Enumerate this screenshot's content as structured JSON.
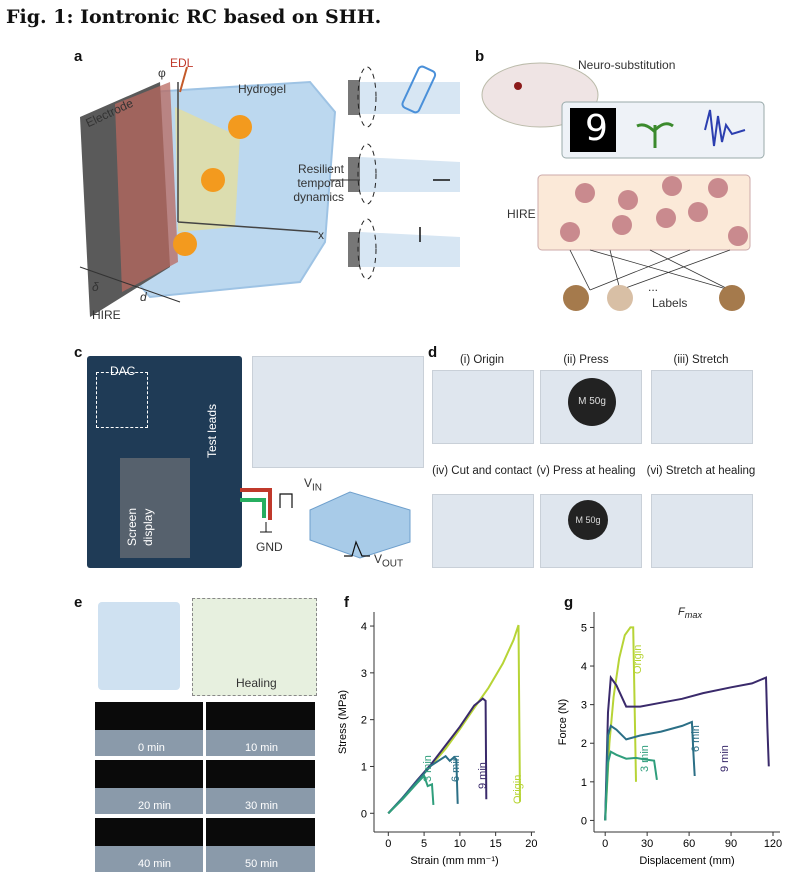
{
  "figure_title": "Fig. 1: Iontronic RC based on SHH.",
  "panels": {
    "a": {
      "label": "a",
      "electrode": "Electrode",
      "edl": "EDL",
      "phi": "φ",
      "hydrogel": "Hydrogel",
      "resilient": "Resilient temporal dynamics",
      "x": "x",
      "delta": "δ",
      "d": "d",
      "hire": "HIRE"
    },
    "b": {
      "label": "b",
      "neuro": "Neuro-substitution",
      "hire": "HIRE",
      "labels": "Labels",
      "ellipsis": "...",
      "digit": "9"
    },
    "c": {
      "label": "c",
      "dac": "DAC",
      "test_leads": "Test leads",
      "screen_display": "Screen display",
      "vin": "V",
      "vin_sub": "IN",
      "gnd": "GND",
      "vout": "V",
      "vout_sub": "OUT"
    },
    "d": {
      "label": "d",
      "captions": [
        "(i) Origin",
        "(ii) Press",
        "(iii) Stretch",
        "(iv) Cut and contact",
        "(v) Press at healing",
        "(vi) Stretch at healing"
      ],
      "weight": "M 50g"
    },
    "e": {
      "label": "e",
      "healing": "Healing",
      "times": [
        "0 min",
        "10 min",
        "20 min",
        "30 min",
        "40 min",
        "50 min"
      ]
    },
    "f": {
      "label": "f"
    },
    "g": {
      "label": "g",
      "fmax": "F",
      "fmax_sub": "max"
    }
  },
  "colors": {
    "origin": "#b7d436",
    "min3": "#2f9e7c",
    "min6": "#2b6f86",
    "min9": "#3a2a6b",
    "board": "#1f3b56",
    "gel": "#a8cbe8",
    "neuron": "#c98a8e",
    "label_node": "#a57a4c"
  },
  "chart_data": [
    {
      "type": "line",
      "panel": "f",
      "xlabel": "Strain (mm mm⁻¹)",
      "ylabel": "Stress (MPa)",
      "xlim": [
        -2,
        20.5
      ],
      "ylim": [
        -0.4,
        4.3
      ],
      "xticks": [
        0,
        5,
        10,
        15,
        20
      ],
      "yticks": [
        0,
        1,
        2,
        3,
        4
      ],
      "series": [
        {
          "name": "Origin",
          "color": "#b7d436",
          "x": [
            0,
            2,
            4,
            6,
            8,
            10,
            12,
            14,
            16,
            17.5,
            18.2,
            18.4
          ],
          "y": [
            0,
            0.32,
            0.68,
            1.02,
            1.38,
            1.8,
            2.25,
            2.68,
            3.2,
            3.7,
            4.02,
            0.25
          ]
        },
        {
          "name": "9 min",
          "color": "#3a2a6b",
          "x": [
            0,
            2,
            4,
            6,
            8,
            10,
            12,
            13.2,
            13.6,
            13.7
          ],
          "y": [
            0,
            0.33,
            0.7,
            1.05,
            1.45,
            1.85,
            2.3,
            2.45,
            2.4,
            0.3
          ]
        },
        {
          "name": "6 min",
          "color": "#2b6f86",
          "x": [
            0,
            2,
            4,
            6,
            8,
            8.6,
            9.2,
            9.5,
            9.7
          ],
          "y": [
            0,
            0.33,
            0.68,
            1.02,
            1.22,
            1.12,
            1.2,
            1.15,
            0.2
          ]
        },
        {
          "name": "3 min",
          "color": "#2f9e7c",
          "x": [
            0,
            2,
            4,
            5,
            5.5,
            6.1,
            6.3
          ],
          "y": [
            0,
            0.3,
            0.64,
            0.8,
            0.58,
            0.62,
            0.18
          ]
        }
      ]
    },
    {
      "type": "line",
      "panel": "g",
      "xlabel": "Displacement (mm)",
      "ylabel": "Force (N)",
      "xlim": [
        -8,
        125
      ],
      "ylim": [
        -0.3,
        5.4
      ],
      "xticks": [
        0,
        30,
        60,
        90,
        120
      ],
      "yticks": [
        0,
        1,
        2,
        3,
        4,
        5
      ],
      "series": [
        {
          "name": "Origin",
          "color": "#b7d436",
          "x": [
            0,
            3,
            6,
            10,
            14,
            18,
            20,
            21,
            22
          ],
          "y": [
            0,
            2.0,
            3.2,
            4.2,
            4.8,
            5.0,
            5.0,
            3.0,
            1.0
          ]
        },
        {
          "name": "9 min",
          "color": "#3a2a6b",
          "x": [
            0,
            2,
            4,
            8,
            15,
            25,
            40,
            55,
            70,
            90,
            105,
            115,
            116,
            117
          ],
          "y": [
            0,
            2.8,
            3.7,
            3.5,
            2.95,
            2.95,
            3.05,
            3.15,
            3.3,
            3.45,
            3.55,
            3.7,
            2.4,
            1.4
          ]
        },
        {
          "name": "6 min",
          "color": "#2b6f86",
          "x": [
            0,
            2,
            4,
            8,
            15,
            25,
            40,
            55,
            62,
            63,
            64
          ],
          "y": [
            0,
            2.2,
            2.45,
            2.35,
            2.1,
            2.2,
            2.3,
            2.45,
            2.55,
            1.8,
            1.15
          ]
        },
        {
          "name": "3 min",
          "color": "#2f9e7c",
          "x": [
            0,
            2,
            4,
            8,
            15,
            22,
            28,
            35,
            36,
            37
          ],
          "y": [
            0,
            1.5,
            1.78,
            1.7,
            1.6,
            1.62,
            1.58,
            1.55,
            1.3,
            1.05
          ]
        }
      ]
    }
  ]
}
